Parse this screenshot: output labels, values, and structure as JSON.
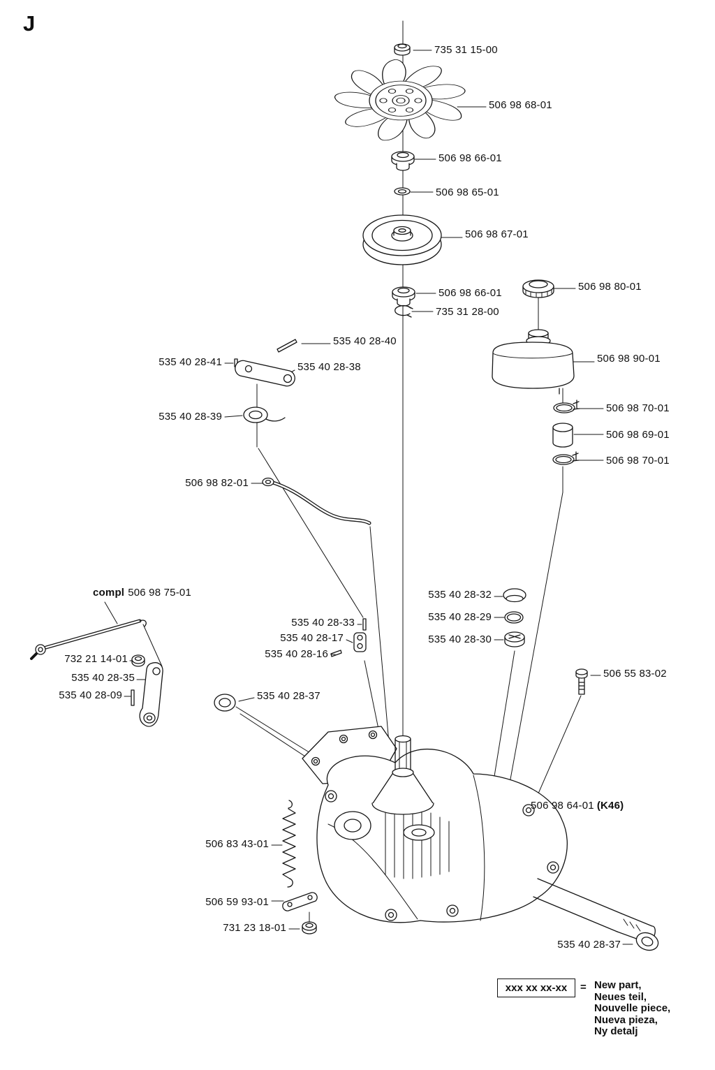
{
  "page": {
    "section_letter": "J"
  },
  "parts": {
    "top_nut": "735 31 15-00",
    "fan": "506 98 68-01",
    "hub_upper": "506 98 66-01",
    "washer": "506 98 65-01",
    "pulley": "506 98 67-01",
    "hub_lower": "506 98 66-01",
    "retainer_clip": "735 31 28-00",
    "reservoir_cap": "506 98 80-01",
    "pin_40": "535 40 28-40",
    "pin_41": "535 40 28-41",
    "lever_38": "535 40 28-38",
    "reservoir_tank": "506 98 90-01",
    "spring_washer_39": "535 40 28-39",
    "clamp_upper": "506 98 70-01",
    "hose": "506 98 69-01",
    "clamp_lower": "506 98 70-01",
    "rod_82": "506 98 82-01",
    "control_rod_prefix": "compl",
    "control_rod": "506 98 75-01",
    "cap_32": "535 40 28-32",
    "pin_33": "535 40 28-33",
    "oring_29": "535 40 28-29",
    "link_17": "535 40 28-17",
    "plug_30": "535 40 28-30",
    "pin_16": "535 40 28-16",
    "nut_14": "732 21 14-01",
    "arm_35": "535 40 28-35",
    "bolt_83": "506 55 83-02",
    "pin_09": "535 40 28-09",
    "seal_37_left": "535 40 28-37",
    "transaxle": "506 98 64-01",
    "transaxle_model": "(K46)",
    "spring_43": "506 83 43-01",
    "bracket_93": "506 59 93-01",
    "nut_18": "731 23 18-01",
    "seal_37_right": "535 40 28-37"
  },
  "legend": {
    "code": "xxx xx xx-xx",
    "equals": "=",
    "lines": [
      "New part,",
      "Neues teil,",
      "Nouvelle piece,",
      "Nueva pieza,",
      "Ny detalj"
    ]
  }
}
